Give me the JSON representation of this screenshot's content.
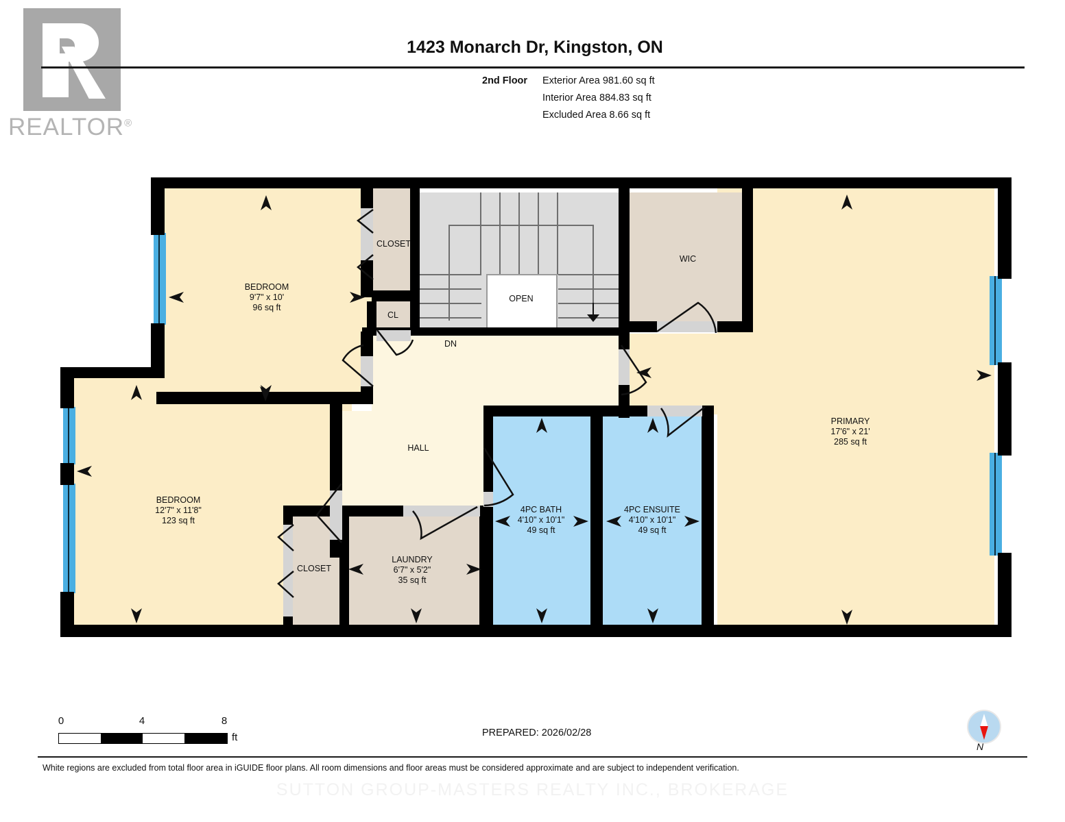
{
  "header": {
    "title": "1423 Monarch Dr, Kingston, ON",
    "floor_label": "2nd Floor",
    "exterior_area": "Exterior Area 981.60 sq ft",
    "interior_area": "Interior Area 884.83 sq ft",
    "excluded_area": "Excluded Area 8.66 sq ft"
  },
  "logo": {
    "word": "REALTOR",
    "registered": "®"
  },
  "rooms": [
    {
      "id": "bedroom-1",
      "name": "BEDROOM",
      "dims": "9'7\" x 10'",
      "area": "96 sq ft"
    },
    {
      "id": "bedroom-2",
      "name": "BEDROOM",
      "dims": "12'7\" x 11'8\"",
      "area": "123 sq ft"
    },
    {
      "id": "primary",
      "name": "PRIMARY",
      "dims": "17'6\" x 21'",
      "area": "285 sq ft"
    },
    {
      "id": "bath-4pc",
      "name": "4PC BATH",
      "dims": "4'10\" x 10'1\"",
      "area": "49 sq ft"
    },
    {
      "id": "ensuite-4pc",
      "name": "4PC ENSUITE",
      "dims": "4'10\" x 10'1\"",
      "area": "49 sq ft"
    },
    {
      "id": "laundry",
      "name": "LAUNDRY",
      "dims": "6'7\" x 5'2\"",
      "area": "35 sq ft"
    },
    {
      "id": "closet-top",
      "name": "CLOSET",
      "dims": "",
      "area": ""
    },
    {
      "id": "closet-cl",
      "name": "CL",
      "dims": "",
      "area": ""
    },
    {
      "id": "closet-bottom",
      "name": "CLOSET",
      "dims": "",
      "area": ""
    },
    {
      "id": "wic",
      "name": "WIC",
      "dims": "",
      "area": ""
    },
    {
      "id": "hall",
      "name": "HALL",
      "dims": "",
      "area": ""
    },
    {
      "id": "stair-open",
      "name": "OPEN",
      "dims": "",
      "area": ""
    },
    {
      "id": "stair-dn",
      "name": "DN",
      "dims": "",
      "area": ""
    }
  ],
  "scale": {
    "tick_0": "0",
    "tick_4": "4",
    "tick_8": "8",
    "unit": "ft"
  },
  "footer": {
    "prepared": "PREPARED: 2026/02/28",
    "compass_north": "N",
    "disclaimer": "White regions are excluded from total floor area in iGUIDE floor plans. All room dimensions and floor areas must be considered approximate and are subject to independent verification.",
    "watermark": "SUTTON GROUP-MASTERS REALTY INC., BROKERAGE"
  },
  "colors": {
    "wall": "#000000",
    "bedroom_fill": "#fcedc7",
    "hall_fill": "#fdf6e0",
    "closet_fill": "#e2d8cb",
    "bath_fill": "#addcf7",
    "stair_fill": "#dcdcdc",
    "window": "#4aafe2",
    "compass_red": "#e8140f",
    "logo_gray": "#a8a8a8"
  }
}
